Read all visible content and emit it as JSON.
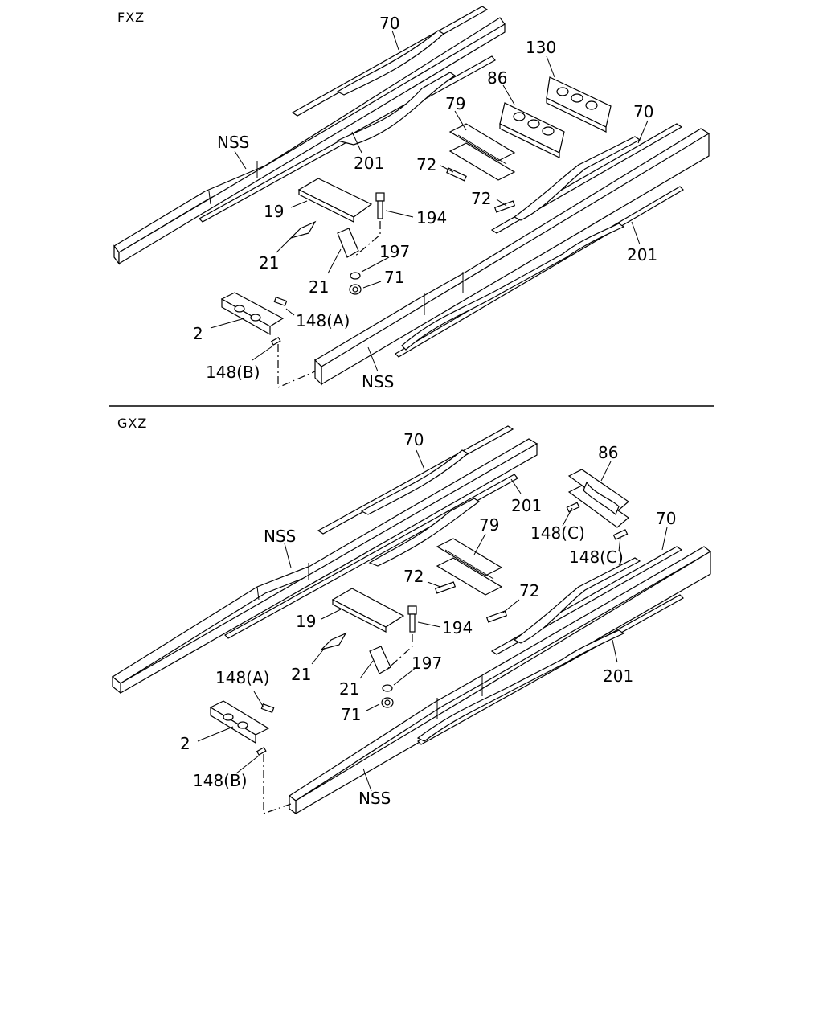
{
  "sections": [
    {
      "title": "FXZ",
      "labels": {
        "l70a": "70",
        "l130": "130",
        "l86": "86",
        "l79": "79",
        "l70b": "70",
        "lnss1": "NSS",
        "l201a": "201",
        "l72a": "72",
        "l72b": "72",
        "l19": "19",
        "l194": "194",
        "l21a": "21",
        "l197": "197",
        "l21b": "21",
        "l71": "71",
        "l201b": "201",
        "l2": "2",
        "l148a": "148(A)",
        "l148b": "148(B)",
        "lnss2": "NSS"
      }
    },
    {
      "title": "GXZ",
      "labels": {
        "l70a": "70",
        "l86": "86",
        "l201a": "201",
        "lnss1": "NSS",
        "l79": "79",
        "l148c1": "148(C)",
        "l70b": "70",
        "l148c2": "148(C)",
        "l72a": "72",
        "l72b": "72",
        "l19": "19",
        "l194": "194",
        "l21a": "21",
        "l197": "197",
        "l148a": "148(A)",
        "l21b": "21",
        "l71": "71",
        "l201b": "201",
        "l2": "2",
        "l148b": "148(B)",
        "lnss2": "NSS"
      }
    }
  ]
}
